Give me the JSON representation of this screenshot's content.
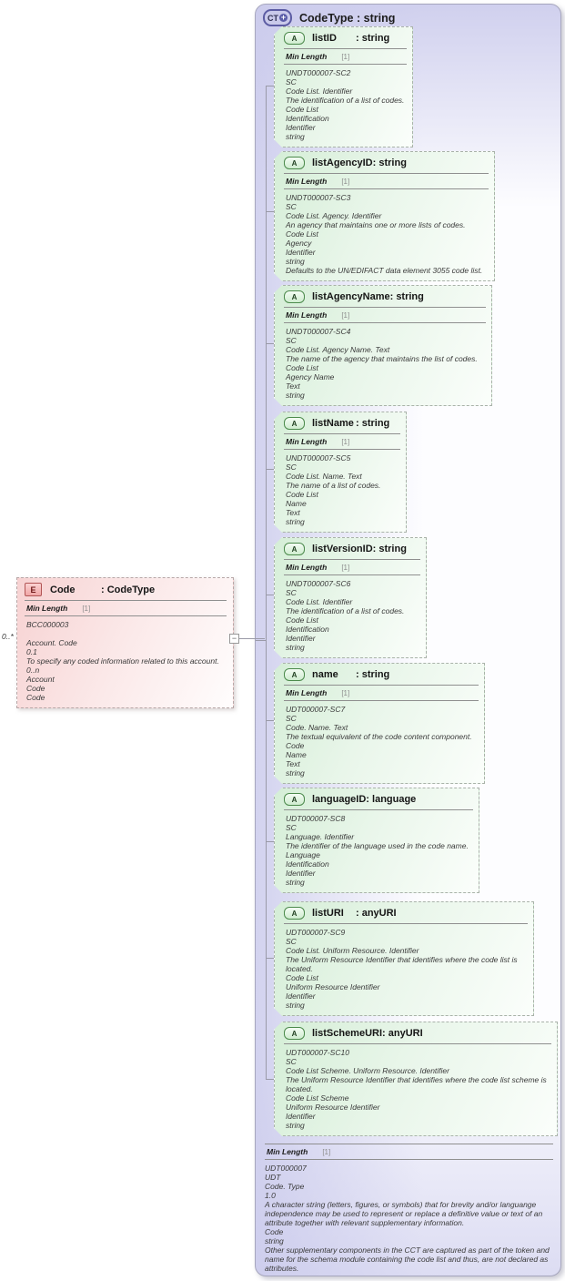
{
  "badges": {
    "complex_type": "CT",
    "attribute": "A",
    "element": "E",
    "plus": "+",
    "minus": "−"
  },
  "colors": {
    "container_fill": "#cbcbec",
    "attribute_fill": "#d5eed7",
    "element_fill": "#f7d2d2",
    "badge_green": "#4c8a4c",
    "badge_red": "#b25555",
    "badge_blue": "#5c5ca3"
  },
  "complex_type": {
    "name": "CodeType",
    "type_label": ": string",
    "attributes": [
      {
        "name": "listID",
        "type_label": ": string",
        "facet_label": "Min Length",
        "facet_value": "[1]",
        "lines": [
          "UNDT000007-SC2",
          "SC",
          "Code List. Identifier",
          "The identification of a list of codes.",
          "Code List",
          "Identification",
          "Identifier",
          "string"
        ]
      },
      {
        "name": "listAgencyID",
        "type_label": ": string",
        "facet_label": "Min Length",
        "facet_value": "[1]",
        "lines": [
          "UNDT000007-SC3",
          "SC",
          "Code List. Agency. Identifier",
          "An agency that maintains one or more lists of codes.",
          "Code List",
          "Agency",
          "Identifier",
          "string",
          "Defaults to the UN/EDIFACT data element 3055 code list."
        ]
      },
      {
        "name": "listAgencyName",
        "type_label": ": string",
        "facet_label": "Min Length",
        "facet_value": "[1]",
        "lines": [
          "UNDT000007-SC4",
          "SC",
          "Code List. Agency Name. Text",
          "The name of the agency that maintains the list of codes.",
          "Code List",
          "Agency Name",
          "Text",
          "string"
        ]
      },
      {
        "name": "listName",
        "type_label": ": string",
        "facet_label": "Min Length",
        "facet_value": "[1]",
        "lines": [
          "UNDT000007-SC5",
          "SC",
          "Code List. Name. Text",
          "The name of a list of codes.",
          "Code List",
          "Name",
          "Text",
          "string"
        ]
      },
      {
        "name": "listVersionID",
        "type_label": ": string",
        "facet_label": "Min Length",
        "facet_value": "[1]",
        "lines": [
          "UNDT000007-SC6",
          "SC",
          "Code List. Identifier",
          "The identification of a list of codes.",
          "Code List",
          "Identification",
          "Identifier",
          "string"
        ]
      },
      {
        "name": "name",
        "type_label": ": string",
        "facet_label": "Min Length",
        "facet_value": "[1]",
        "lines": [
          "UDT000007-SC7",
          "SC",
          "Code. Name. Text",
          "The textual equivalent of the code content component.",
          "Code",
          "Name",
          "Text",
          "string"
        ]
      },
      {
        "name": "languageID",
        "type_label": ": language",
        "lines": [
          "UDT000007-SC8",
          "SC",
          "Language. Identifier",
          "The identifier of the language used in the code name.",
          "Language",
          "Identification",
          "Identifier",
          "string"
        ]
      },
      {
        "name": "listURI",
        "type_label": ": anyURI",
        "lines": [
          "UDT000007-SC9",
          "SC",
          "Code List. Uniform Resource. Identifier",
          "The Uniform Resource Identifier that identifies where the code list is located.",
          "Code List",
          "Uniform Resource Identifier",
          "Identifier",
          "string"
        ]
      },
      {
        "name": "listSchemeURI",
        "type_label": ": anyURI",
        "lines": [
          "UDT000007-SC10",
          "SC",
          "Code List Scheme. Uniform Resource. Identifier",
          "The Uniform Resource Identifier that identifies where the code list scheme is located.",
          "Code List Scheme",
          "Uniform Resource Identifier",
          "Identifier",
          "string"
        ]
      }
    ],
    "footer": {
      "facet_label": "Min Length",
      "facet_value": "[1]",
      "lines": [
        "UDT000007",
        "UDT",
        "Code. Type",
        "1.0",
        "A character string (letters, figures, or symbols) that for brevity and/or languange independence may be used to represent or replace a definitive value or text of an attribute together with relevant supplementary information.",
        "Code",
        "string",
        "Other supplementary components in the CCT are captured as part of the token and name for the schema module containing the code list and thus, are not declared as attributes."
      ]
    }
  },
  "element": {
    "name": "Code",
    "type_label": ": CodeType",
    "cardinality": "0..*",
    "facet_label": "Min Length",
    "facet_value": "[1]",
    "lines": [
      "BCC000003",
      "",
      "Account. Code",
      "0.1",
      "To specify any coded information related to this account.",
      "0..n",
      "Account",
      "Code",
      "Code"
    ]
  }
}
